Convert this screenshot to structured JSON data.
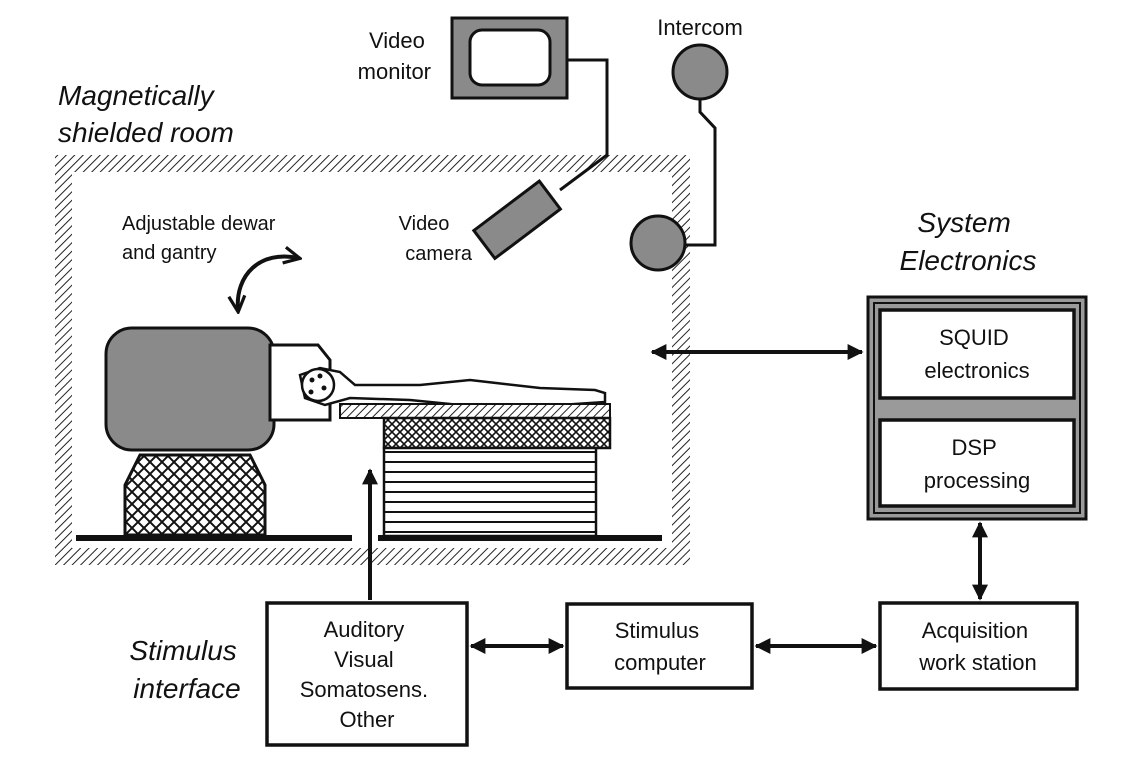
{
  "labels": {
    "room": [
      "Magnetically",
      "shielded room"
    ],
    "video_monitor": [
      "Video",
      "monitor"
    ],
    "intercom": "Intercom",
    "video_camera": [
      "Video",
      "camera"
    ],
    "dewar": [
      "Adjustable dewar",
      "and gantry"
    ],
    "system_electronics": [
      "System",
      "Electronics"
    ],
    "squid": [
      "SQUID",
      "electronics"
    ],
    "dsp": [
      "DSP",
      "processing"
    ],
    "stimulus_interface": [
      "Stimulus",
      "interface"
    ],
    "stimulus_types": [
      "Auditory",
      "Visual",
      "Somatosens.",
      "Other"
    ],
    "stimulus_computer": [
      "Stimulus",
      "computer"
    ],
    "acquisition": [
      "Acquisition",
      "work station"
    ]
  },
  "colors": {
    "ink": "#111111",
    "equipment_gray": "#8a8a8a",
    "panel_gray": "#9a9a9a"
  }
}
